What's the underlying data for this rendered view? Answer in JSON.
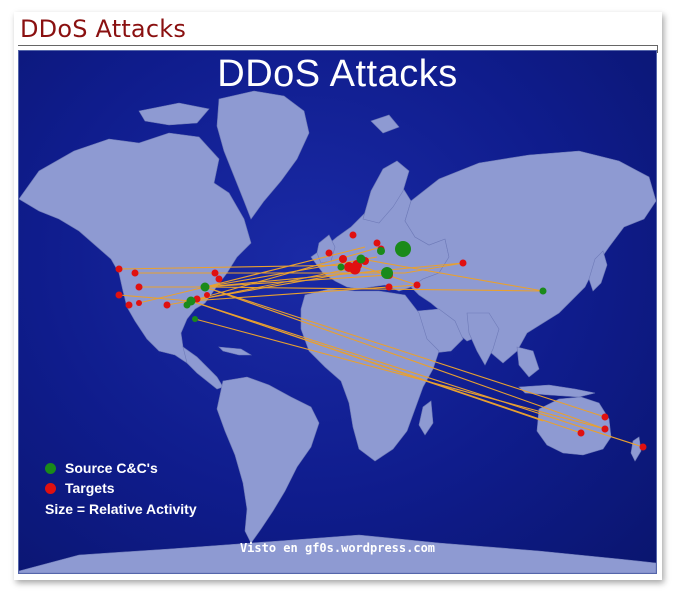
{
  "page": {
    "title": "DDoS Attacks"
  },
  "map": {
    "heading": "DDoS Attacks",
    "credit": "Visto en gf0s.wordpress.com",
    "colors": {
      "ocean": "#0f1c8c",
      "land": "#8e9ad2",
      "source": "#1a8a1a",
      "target": "#e01010",
      "link": "#e8a030"
    }
  },
  "legend": {
    "source_label": "Source C&C's",
    "target_label": "Targets",
    "size_note": "Size = Relative Activity"
  }
}
